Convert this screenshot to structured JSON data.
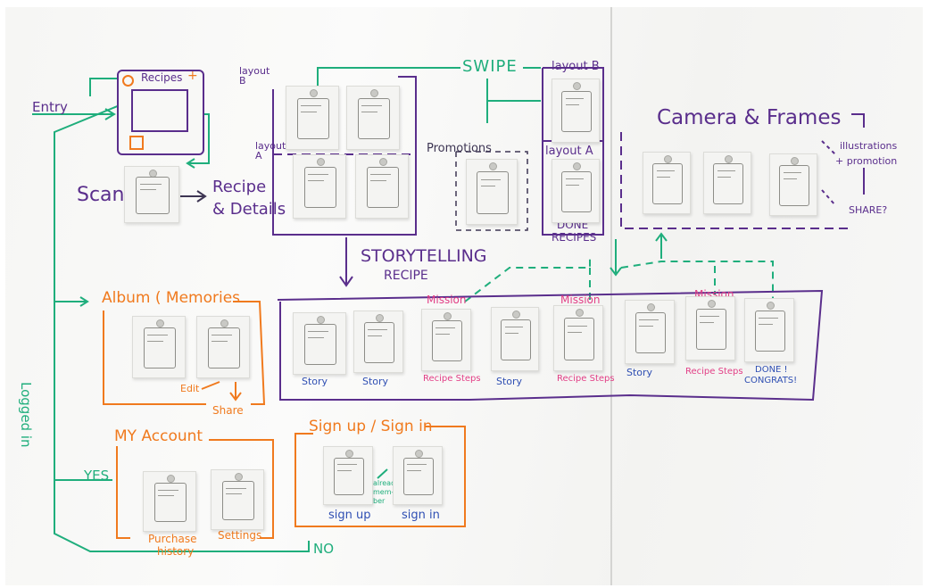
{
  "labels": {
    "entry": "Entry",
    "recipes": "Recipes",
    "plus": "+",
    "scan": "Scan",
    "recipe_details_1": "Recipe",
    "recipe_details_2": "& Details",
    "layout_b_left": "layout B",
    "layout_a_left": "layout A",
    "swipe": "SWIPE",
    "promotions": "Promotions",
    "layout_b_right": "layout B",
    "layout_a_right": "layout A",
    "done_recipes_1": "DONE",
    "done_recipes_2": "RECIPES",
    "camera_frames": "Camera & Frames",
    "illustrations": "illustrations",
    "promotion": "+ promotion",
    "share_q": "SHARE?",
    "storytelling": "STORYTELLING",
    "recipe_word": "RECIPE",
    "mission_1": "Mission",
    "mission_2": "Mission",
    "mission_3": "Mission",
    "album": "Album ( Memories",
    "edit": "Edit",
    "share": "Share",
    "my_account": "MY Account",
    "purchase_history_1": "Purchase",
    "purchase_history_2": "history",
    "settings": "Settings",
    "sign_up_in": "Sign up / Sign in",
    "sign_up": "sign up",
    "sign_in": "sign in",
    "already_member_1": "already",
    "already_member_2": "mem-",
    "already_member_3": "ber",
    "logged_in": "Logged in",
    "yes": "YES",
    "no": "NO"
  },
  "story_captions": [
    "Story",
    "Story",
    "Recipe Steps",
    "Story",
    "Recipe Steps",
    "Story",
    "Recipe Steps",
    "DONE !",
    "CONGRATS!"
  ],
  "colors": {
    "green": "#1fae7c",
    "purple": "#5a2e8c",
    "orange": "#f07a1e",
    "pink": "#e23f86",
    "blue": "#2f4fb3",
    "dark": "#3d3553"
  }
}
